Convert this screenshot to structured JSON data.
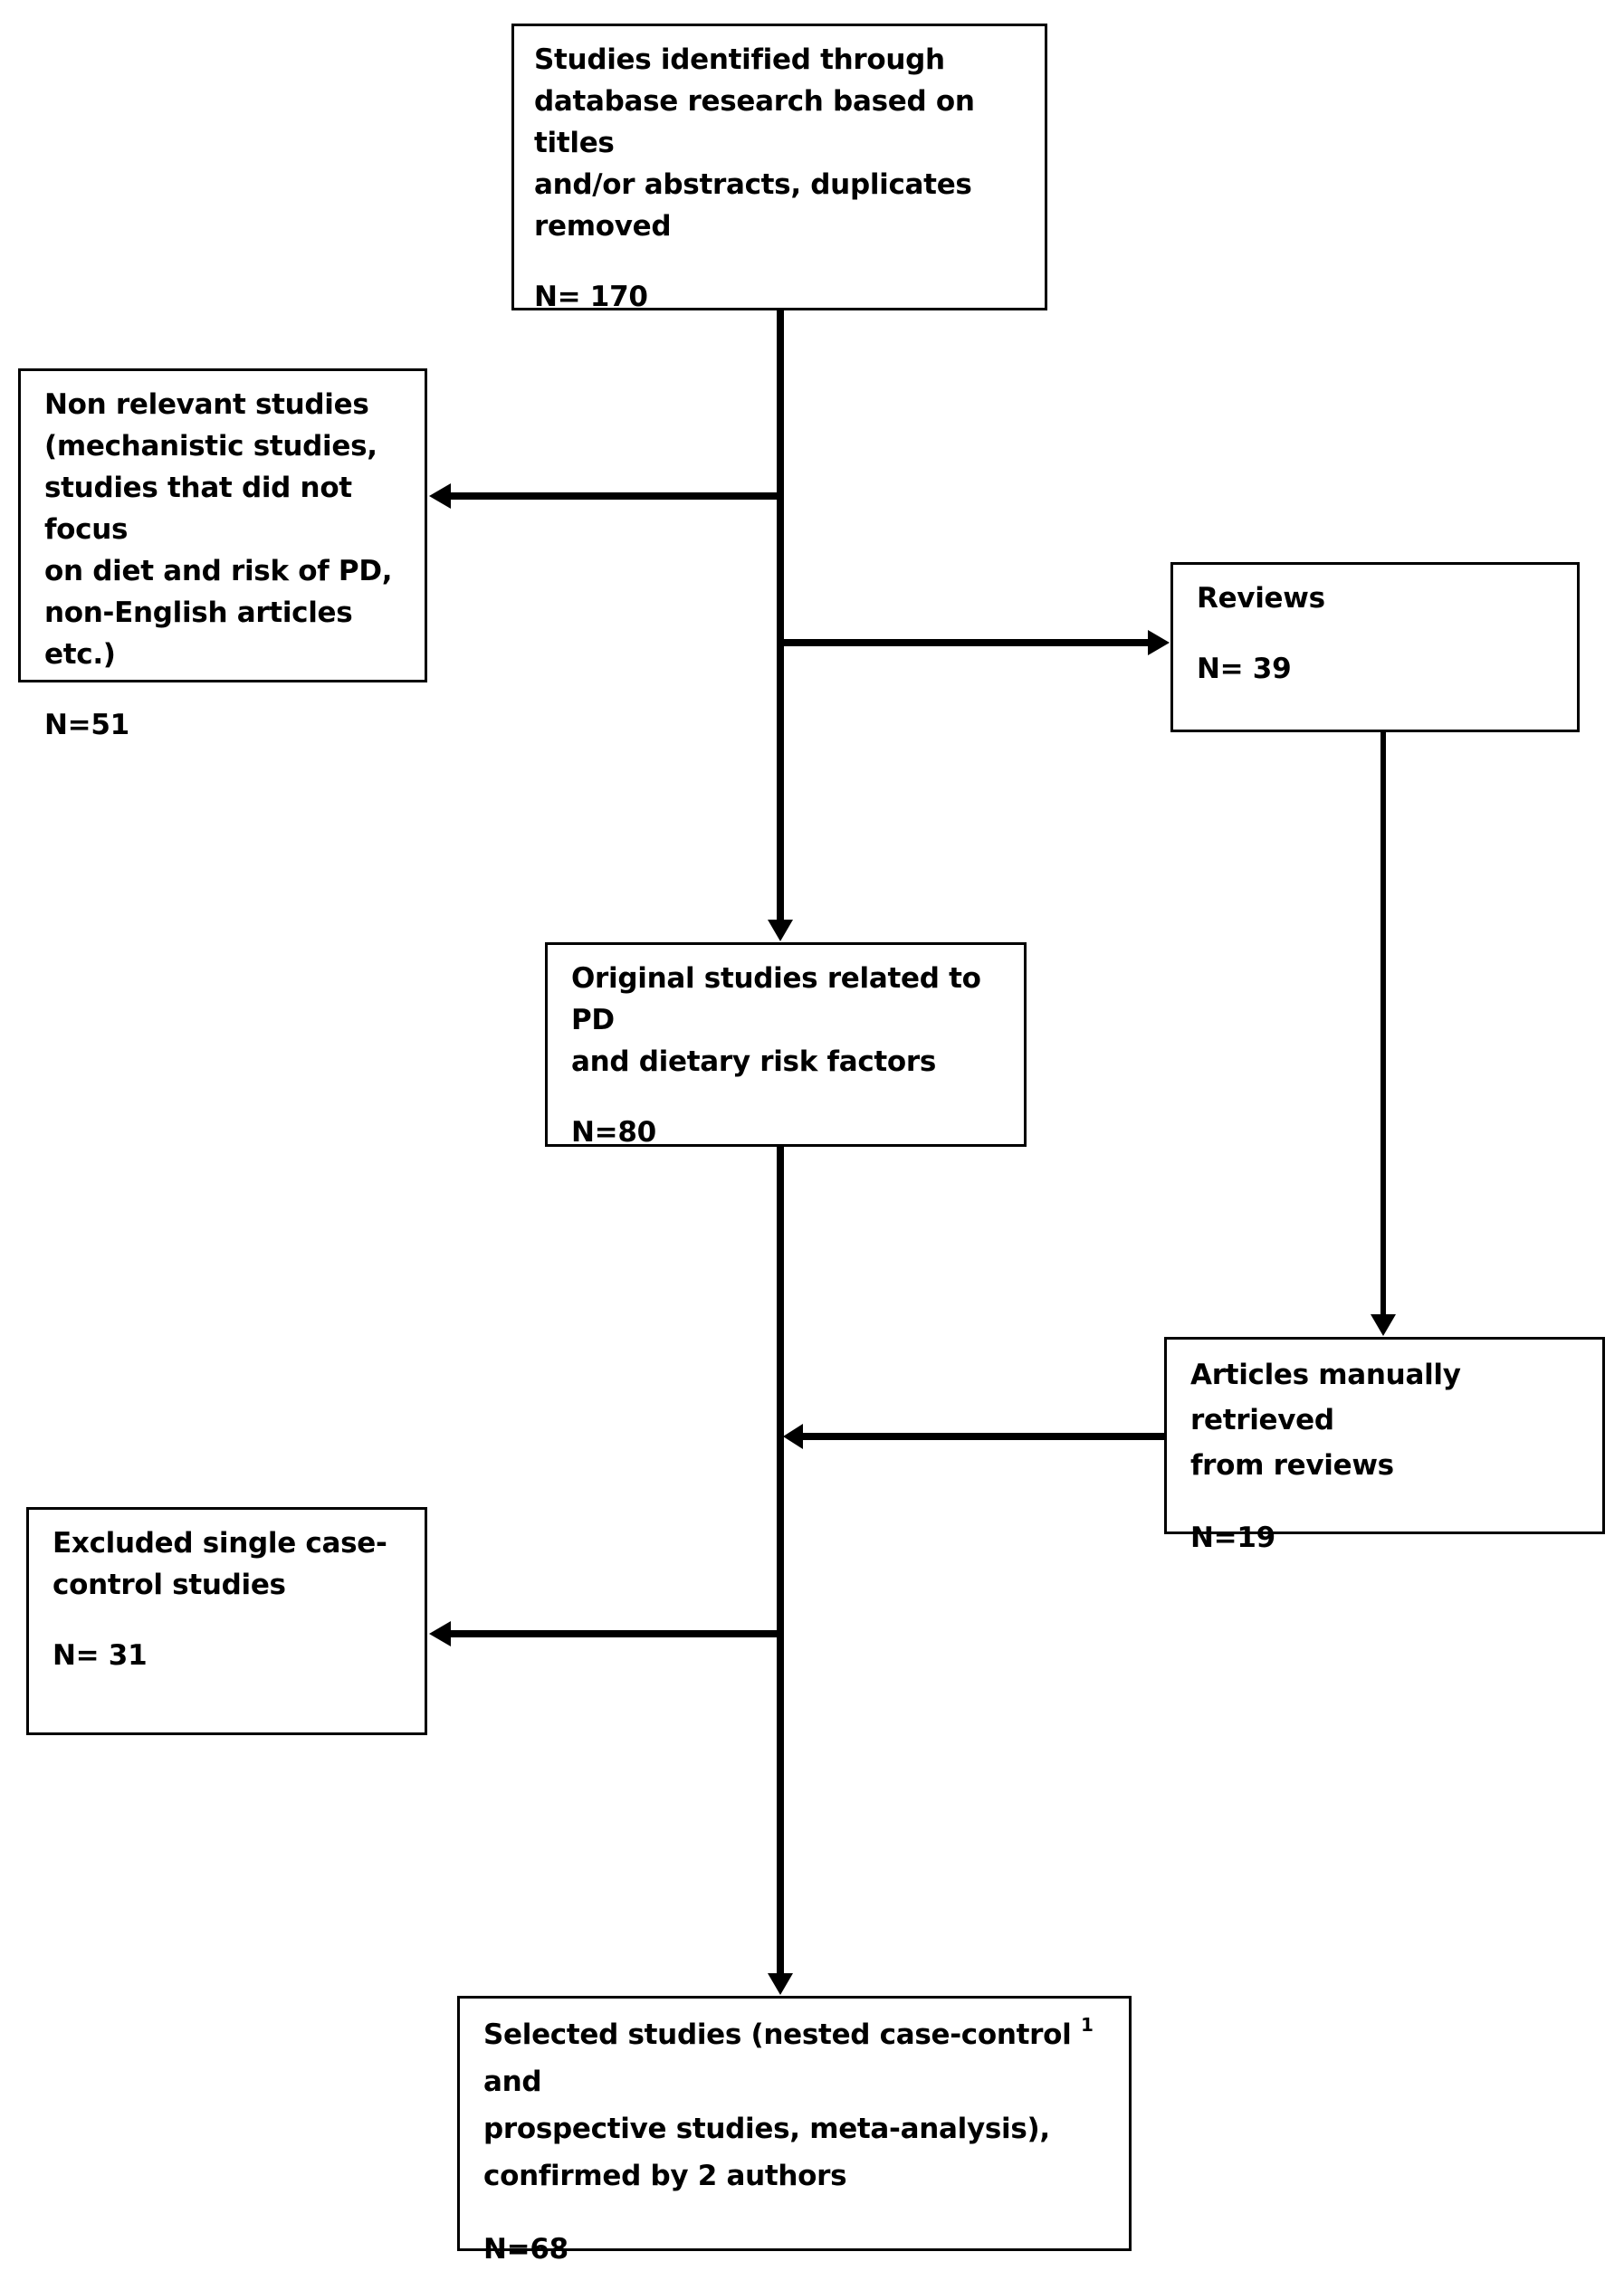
{
  "nodes": {
    "identified": {
      "label": "Studies identified through\ndatabase research based on titles\nand/or abstracts, duplicates\nremoved",
      "count": "N= 170"
    },
    "non_relevant": {
      "label": "Non relevant studies\n(mechanistic studies,\nstudies that did not focus\non diet and risk of PD,\nnon-English articles etc.)",
      "count": "N=51"
    },
    "reviews": {
      "label": "Reviews",
      "count": "N= 39"
    },
    "original": {
      "label": "Original studies related to PD\nand dietary risk factors",
      "count": "N=80"
    },
    "manual": {
      "label": "Articles manually retrieved\nfrom reviews",
      "count": "N=19"
    },
    "excluded": {
      "label": "Excluded single case-\ncontrol studies",
      "count": "N= 31"
    },
    "selected": {
      "label_part1": "Selected studies (nested case-control ",
      "footnote": "1",
      "label_part2": " and\nprospective studies, meta-analysis),\nconfirmed by 2 authors",
      "count": "N=68"
    }
  },
  "colors": {
    "stroke": "#000000",
    "background": "#ffffff",
    "text": "#000000"
  }
}
